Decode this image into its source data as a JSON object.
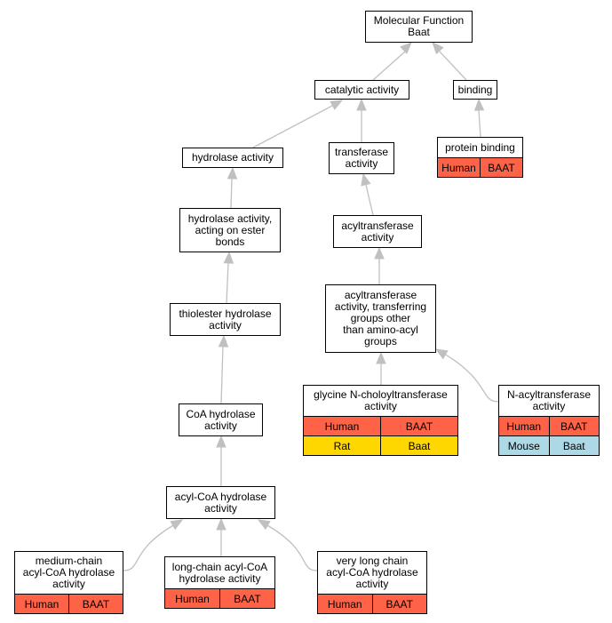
{
  "colors": {
    "human": "#ff6347",
    "rat": "#ffd700",
    "mouse": "#add8e6",
    "edge": "#c0c0c0"
  },
  "nodes": {
    "molecular_function": {
      "label": "Molecular Function\nBaat"
    },
    "catalytic_activity": {
      "label": "catalytic activity"
    },
    "binding": {
      "label": "binding"
    },
    "protein_binding": {
      "label": "protein binding",
      "annotations": [
        [
          "Human",
          "BAAT"
        ]
      ]
    },
    "hydrolase_activity": {
      "label": "hydrolase activity"
    },
    "transferase_activity": {
      "label": "transferase\nactivity"
    },
    "hydrolase_ester": {
      "label": "hydrolase activity,\nacting on ester\nbonds"
    },
    "acyltransferase_activity": {
      "label": "acyltransferase\nactivity"
    },
    "acyltransferase_other": {
      "label": "acyltransferase\nactivity, transferring\ngroups other\nthan amino-acyl\ngroups"
    },
    "thiolester_hydrolase": {
      "label": "thiolester hydrolase\nactivity"
    },
    "glycine_n_choloyltransferase": {
      "label": "glycine N-choloyltransferase\nactivity",
      "annotations": [
        [
          "Human",
          "BAAT"
        ],
        [
          "Rat",
          "Baat"
        ]
      ]
    },
    "n_acyltransferase": {
      "label": "N-acyltransferase\nactivity",
      "annotations": [
        [
          "Human",
          "BAAT"
        ],
        [
          "Mouse",
          "Baat"
        ]
      ]
    },
    "coa_hydrolase": {
      "label": "CoA hydrolase\nactivity"
    },
    "acyl_coa_hydrolase": {
      "label": "acyl-CoA hydrolase\nactivity"
    },
    "medium_chain": {
      "label": "medium-chain\nacyl-CoA hydrolase\nactivity",
      "annotations": [
        [
          "Human",
          "BAAT"
        ]
      ]
    },
    "long_chain": {
      "label": "long-chain acyl-CoA\nhydrolase activity",
      "annotations": [
        [
          "Human",
          "BAAT"
        ]
      ]
    },
    "very_long_chain": {
      "label": "very long chain\nacyl-CoA hydrolase\nactivity",
      "annotations": [
        [
          "Human",
          "BAAT"
        ]
      ]
    }
  }
}
